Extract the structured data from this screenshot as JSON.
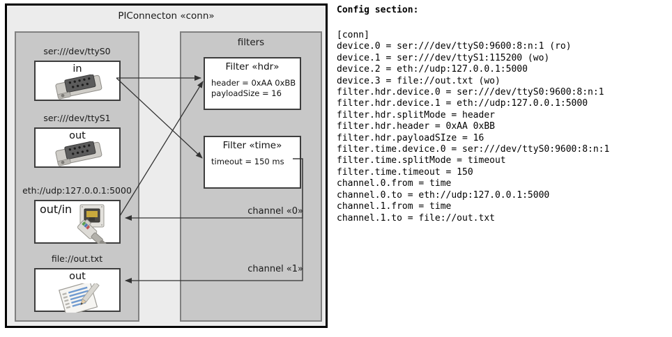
{
  "diagram": {
    "title": "PIConnecton «conn»",
    "devices_panel": {
      "name": "devices",
      "items": [
        {
          "label": "ser:///dev/ttyS0",
          "direction": "in",
          "icon": "serial-port-icon"
        },
        {
          "label": "ser:///dev/ttyS1",
          "direction": "out",
          "icon": "serial-port-icon"
        },
        {
          "label": "eth://udp:127.0.0.1:5000",
          "direction": "out/in",
          "icon": "ethernet-jack-icon"
        },
        {
          "label": "file://out.txt",
          "direction": "out",
          "icon": "text-file-icon"
        }
      ]
    },
    "filters_panel": {
      "title": "filters",
      "cards": [
        {
          "title": "Filter «hdr»",
          "props": [
            "header = 0xAA 0xBB",
            "payloadSize = 16"
          ]
        },
        {
          "title": "Filter «time»",
          "props": [
            "timeout = 150 ms"
          ]
        }
      ]
    },
    "channels": [
      {
        "label": "channel «0»"
      },
      {
        "label": "channel «1»"
      }
    ],
    "colors": {
      "canvas": "#ffffff",
      "outer_fill": "#ececec",
      "outer_border": "#000000",
      "panel_fill": "#c8c8c8",
      "panel_border": "#808080",
      "card_fill": "#ffffff",
      "card_border": "#3d3d3d",
      "arrow": "#333333",
      "text": "#1a1a1a"
    }
  },
  "config": {
    "heading": "Config section:",
    "lines": [
      "[conn]",
      "device.0 = ser:///dev/ttyS0:9600:8:n:1 (ro)",
      "device.1 = ser:///dev/ttyS1:115200 (wo)",
      "device.2 = eth://udp:127.0.0.1:5000",
      "device.3 = file://out.txt (wo)",
      "filter.hdr.device.0 = ser:///dev/ttyS0:9600:8:n:1",
      "filter.hdr.device.1 = eth://udp:127.0.0.1:5000",
      "filter.hdr.splitMode = header",
      "filter.hdr.header = 0xAA 0xBB",
      "filter.hdr.payloadSIze = 16",
      "filter.time.device.0 = ser:///dev/ttyS0:9600:8:n:1",
      "filter.time.splitMode = timeout",
      "filter.time.timeout = 150",
      "channel.0.from = time",
      "channel.0.to = eth://udp:127.0.0.1:5000",
      "channel.1.from = time",
      "channel.1.to = file://out.txt"
    ],
    "text": "[conn]\ndevice.0 = ser:///dev/ttyS0:9600:8:n:1 (ro)\ndevice.1 = ser:///dev/ttyS1:115200 (wo)\ndevice.2 = eth://udp:127.0.0.1:5000\ndevice.3 = file://out.txt (wo)\nfilter.hdr.device.0 = ser:///dev/ttyS0:9600:8:n:1\nfilter.hdr.device.1 = eth://udp:127.0.0.1:5000\nfilter.hdr.splitMode = header\nfilter.hdr.header = 0xAA 0xBB\nfilter.hdr.payloadSIze = 16\nfilter.time.device.0 = ser:///dev/ttyS0:9600:8:n:1\nfilter.time.splitMode = timeout\nfilter.time.timeout = 150\nchannel.0.from = time\nchannel.0.to = eth://udp:127.0.0.1:5000\nchannel.1.from = time\nchannel.1.to = file://out.txt"
  }
}
